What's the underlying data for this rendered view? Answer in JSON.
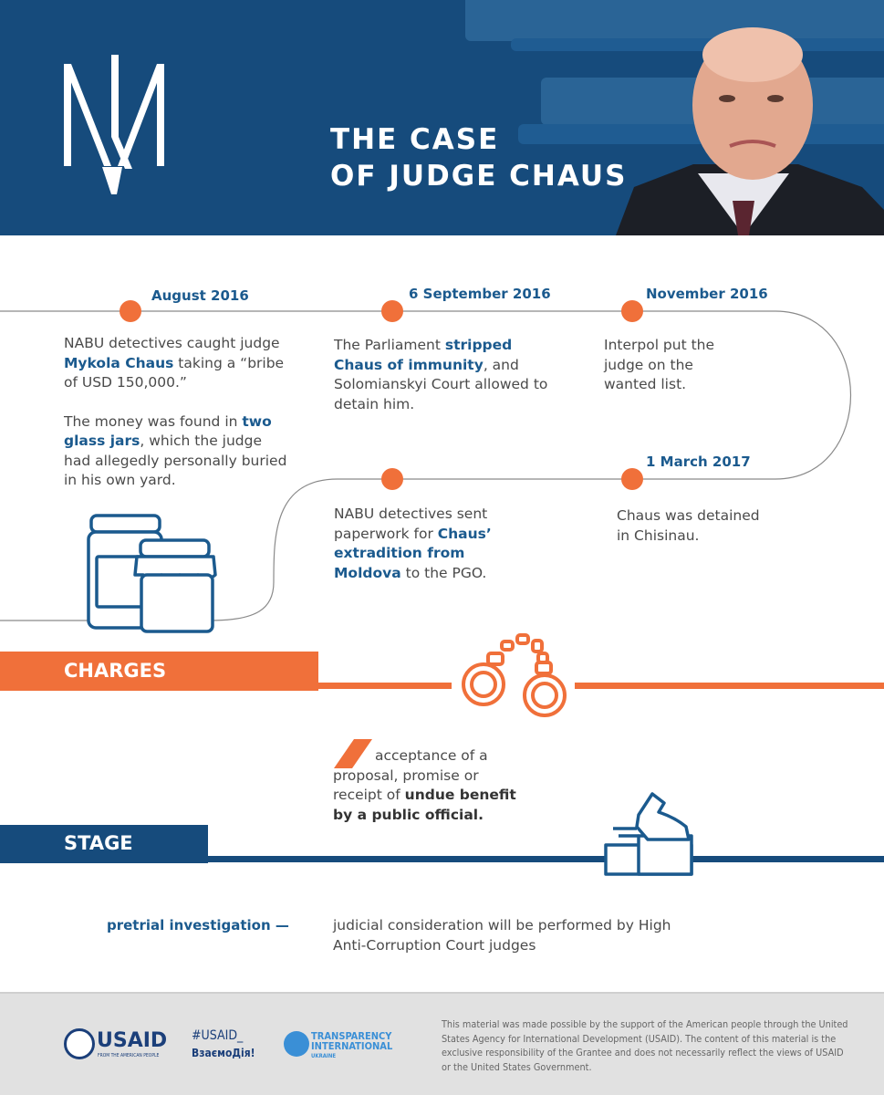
{
  "header": {
    "title_line1": "THE CASE",
    "title_line2": "OF JUDGE CHAUS"
  },
  "timeline": [
    {
      "date": "August 2016",
      "p1": [
        "NABU detectives caught judge ",
        "Mykola Chaus",
        " taking a “bribe of USD 150,000.”"
      ],
      "p2": [
        "The money was found in ",
        "two glass jars",
        ", which the judge had allegedly personally buried in his own yard."
      ]
    },
    {
      "date": "6 September 2016",
      "p1": [
        "The Parliament ",
        "stripped Chaus of immunity",
        ", and Solomianskyi Court allowed to detain him."
      ]
    },
    {
      "date": "November 2016",
      "p1": [
        "Interpol put the judge on the wanted list."
      ]
    },
    {
      "date": "",
      "p1": [
        "NABU detectives sent paperwork for ",
        "Chaus’ extradition from Moldova",
        " to the PGO."
      ]
    },
    {
      "date": "1  March 2017",
      "p1": [
        "Chaus was detained in Chisinau."
      ]
    }
  ],
  "charges": {
    "label": "CHARGES",
    "text1": "acceptance of a proposal, promise or receipt of ",
    "text2": "undue benefit by a public official."
  },
  "stage": {
    "label": "STAGE",
    "term": "pretrial investigation —",
    "text": "judicial consideration will be performed by High Anti-Corruption Court judges"
  },
  "footer": {
    "usaid": "USAID",
    "usaid_tag": "FROM THE AMERICAN PEOPLE",
    "hashtag1": "#USAID_",
    "hashtag2": "ВзаємоДія!",
    "ti1": "TRANSPARENCY",
    "ti2": "INTERNATIONAL",
    "ti3": "UKRAINE",
    "disclaimer": "This material was made possible by the support of the American people through the United States Agency for International Development (USAID). The content of this material is the exclusive responsibility of the Grantee and does not necessarily reflect the views of USAID or the United States Government."
  },
  "colors": {
    "blue": "#164b7c",
    "accent": "#f0703a",
    "text_blue": "#1b5a8e"
  }
}
